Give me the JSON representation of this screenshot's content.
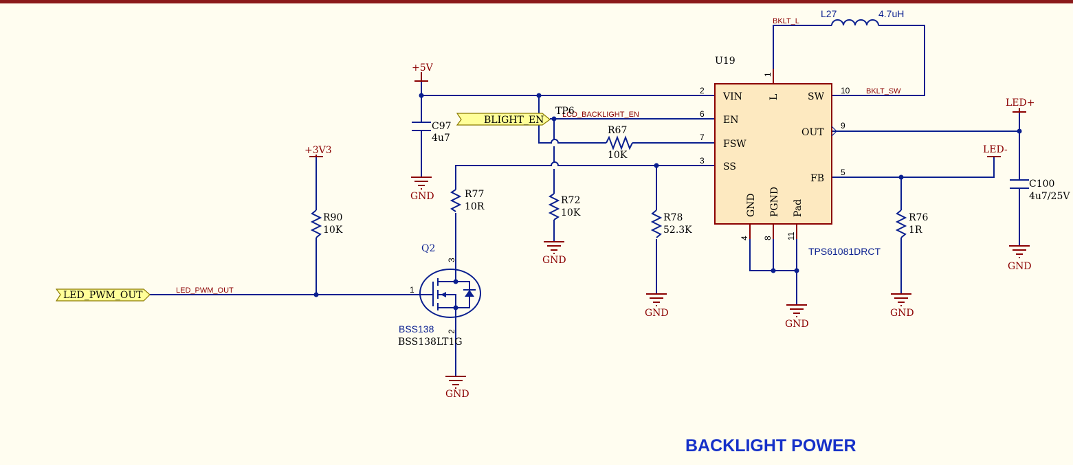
{
  "title": "BACKLIGHT POWER",
  "power": {
    "p5v": "+5V",
    "p3v3": "+3V3",
    "ledp": "LED+",
    "ledm": "LED-",
    "gnd": "GND"
  },
  "ports": {
    "led_pwm_out": "LED_PWM_OUT",
    "blight_en": "BLIGHT_EN"
  },
  "nets": {
    "bklt_l": "BKLT_L",
    "bklt_sw": "BKLT_SW",
    "lcd_backlight_en": "LCD_BACKLIGHT_EN",
    "led_pwm_out": "LED_PWM_OUT"
  },
  "testpoint": "TP6",
  "inductor": {
    "ref": "L27",
    "value": "4.7uH"
  },
  "ic": {
    "ref": "U19",
    "part": "TPS61081DRCT",
    "pins": {
      "vin": "VIN",
      "en": "EN",
      "fsw": "FSW",
      "ss": "SS",
      "l": "L",
      "sw": "SW",
      "out": "OUT",
      "fb": "FB",
      "gnd": "GND",
      "pgnd": "PGND",
      "pad": "Pad"
    },
    "pin_numbers": {
      "vin": "2",
      "en": "6",
      "fsw": "7",
      "ss": "3",
      "l": "1",
      "sw": "10",
      "out": "9",
      "fb": "5",
      "gnd": "4",
      "pgnd": "8",
      "pad": "11"
    }
  },
  "components": {
    "c97": {
      "ref": "C97",
      "value": "4u7"
    },
    "c100": {
      "ref": "C100",
      "value": "4u7/25V"
    },
    "r67": {
      "ref": "R67",
      "value": "10K"
    },
    "r72": {
      "ref": "R72",
      "value": "10K"
    },
    "r77": {
      "ref": "R77",
      "value": "10R"
    },
    "r78": {
      "ref": "R78",
      "value": "52.3K"
    },
    "r90": {
      "ref": "R90",
      "value": "10K"
    },
    "r76": {
      "ref": "R76",
      "value": "1R"
    }
  },
  "transistor": {
    "ref": "Q2",
    "type": "BSS138",
    "part": "BSS138LT1G",
    "pin_gate": "1",
    "pin_drain": "3",
    "pin_source": "2"
  },
  "colors": {
    "wire": "#0a1f8f",
    "power": "#8b0000",
    "ic_fill": "#fde9c0",
    "port_fill": "#ffff99",
    "title": "#1530c8",
    "background": "#fffdf0"
  }
}
